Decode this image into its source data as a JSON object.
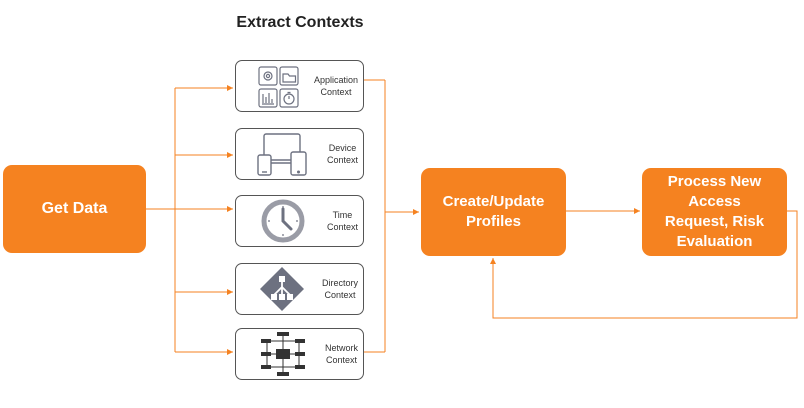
{
  "title": "Extract Contexts",
  "get_data": {
    "label": "Get Data"
  },
  "contexts": [
    {
      "line1": "Application",
      "line2": "Context",
      "icon": "app-grid-icon"
    },
    {
      "line1": "Device",
      "line2": "Context",
      "icon": "devices-icon"
    },
    {
      "line1": "Time",
      "line2": "Context",
      "icon": "clock-icon"
    },
    {
      "line1": "Directory",
      "line2": "Context",
      "icon": "directory-tree-icon"
    },
    {
      "line1": "Network",
      "line2": "Context",
      "icon": "network-icon"
    }
  ],
  "profiles": {
    "line1": "Create/Update",
    "line2": "Profiles"
  },
  "process": {
    "line1": "Process New",
    "line2": "Access",
    "line3": "Request, Risk",
    "line4": "Evaluation"
  },
  "colors": {
    "accent": "#f58220",
    "box_border": "#555555",
    "icon_gray": "#6d7180"
  }
}
